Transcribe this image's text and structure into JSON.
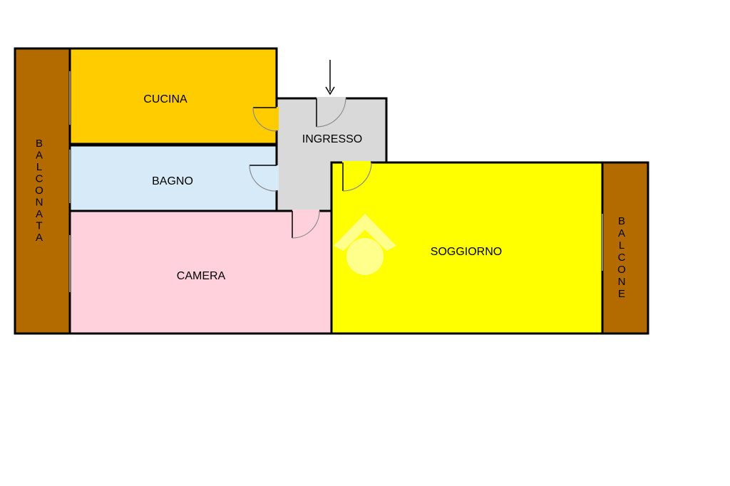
{
  "rooms": {
    "cucina": {
      "label": "CUCINA",
      "color": "#FFCC00"
    },
    "bagno": {
      "label": "BAGNO",
      "color": "#D6EAF8"
    },
    "camera": {
      "label": "CAMERA",
      "color": "#FFD1DC"
    },
    "ingresso": {
      "label": "INGRESSO",
      "color": "#D9D9D9"
    },
    "soggiorno": {
      "label": "SOGGIORNO",
      "color": "#FFFF00"
    },
    "balconata": {
      "label": "BALCONATA",
      "color": "#B36B00"
    },
    "balcone": {
      "label": "BALCONE",
      "color": "#B36B00"
    }
  },
  "entrance_arrow": "entrance-arrow-icon",
  "watermark": "house-logo-watermark"
}
